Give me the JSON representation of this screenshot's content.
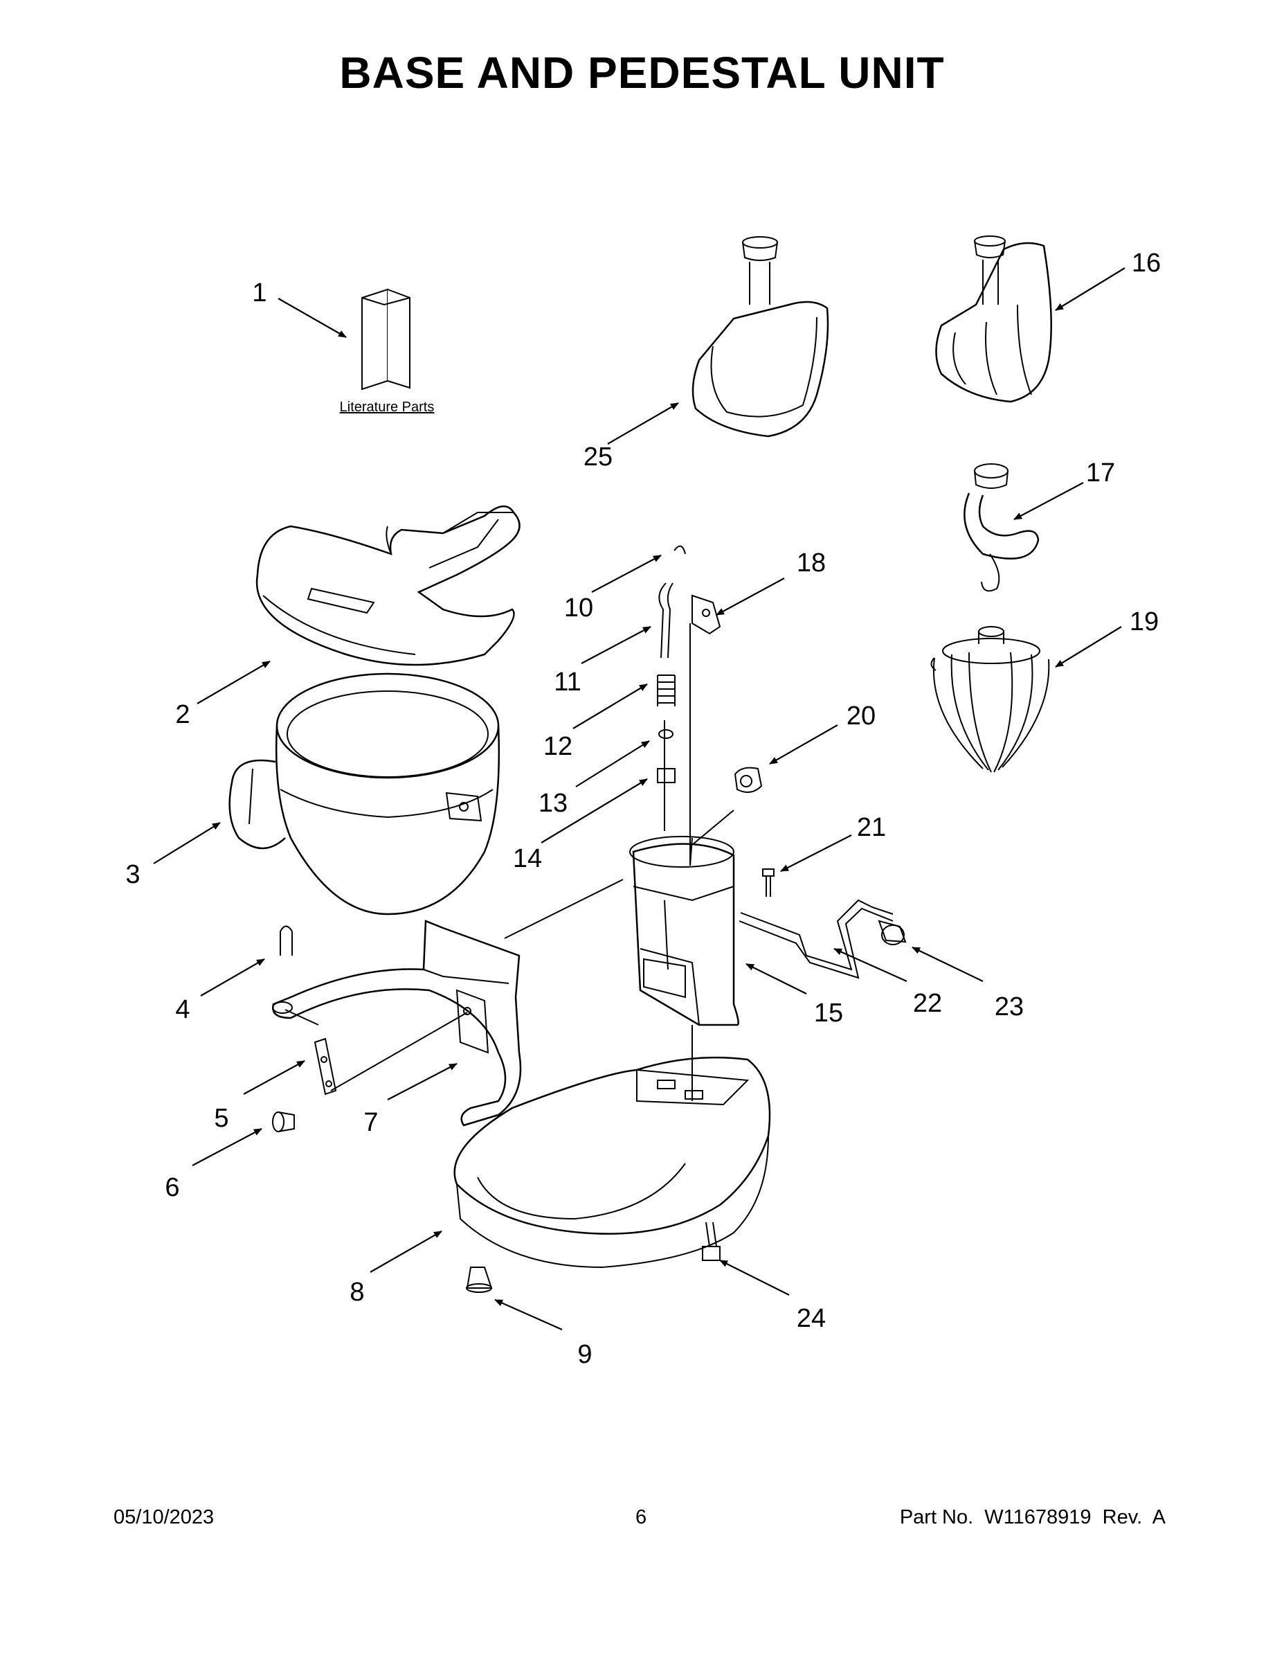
{
  "page": {
    "title": "BASE AND PEDESTAL UNIT",
    "footer": {
      "date": "05/10/2023",
      "page_number": "6",
      "part_number": "Part No.  W11678919  Rev.  A"
    }
  },
  "literature_label": "Literature Parts",
  "callouts": [
    "1",
    "2",
    "3",
    "4",
    "5",
    "6",
    "7",
    "8",
    "9",
    "10",
    "11",
    "12",
    "13",
    "14",
    "15",
    "16",
    "17",
    "18",
    "19",
    "20",
    "21",
    "22",
    "23",
    "24",
    "25"
  ]
}
